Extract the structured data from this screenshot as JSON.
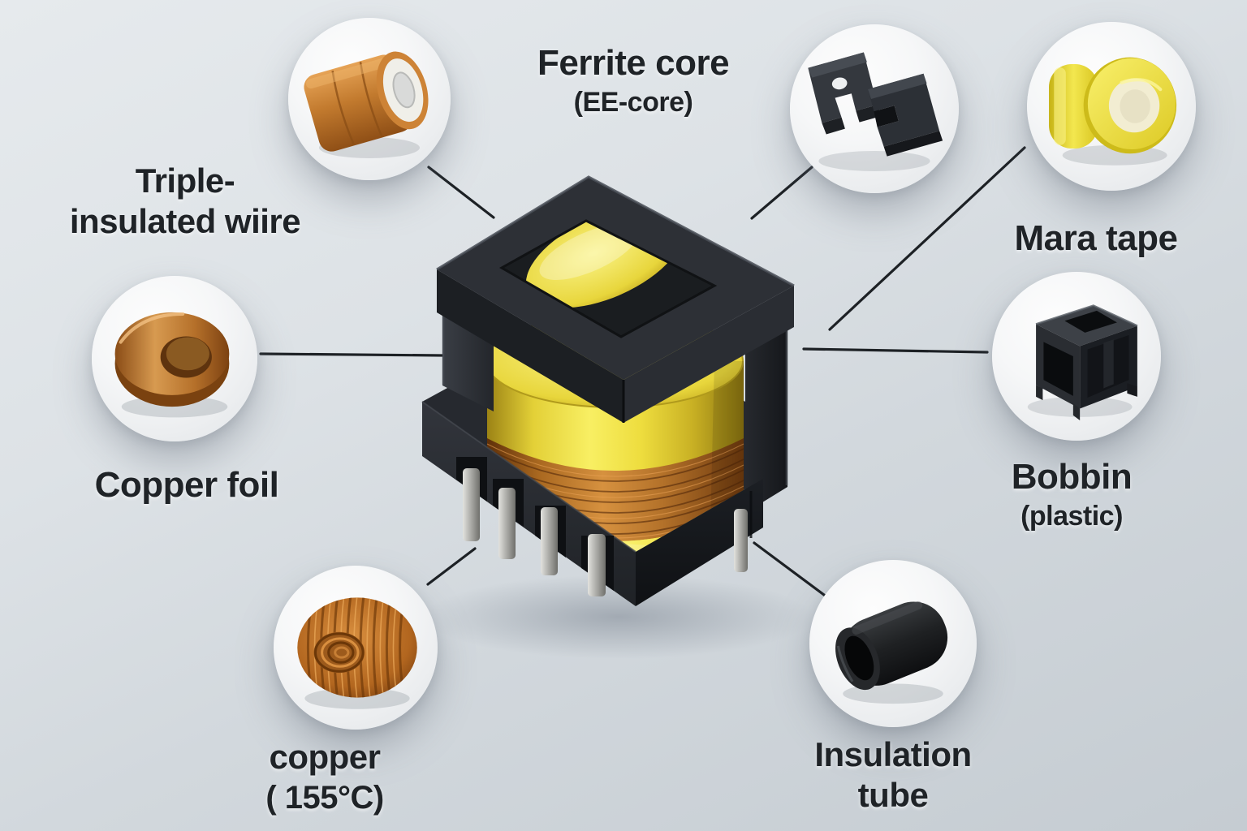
{
  "page": {
    "type": "component-callout-diagram",
    "subject": "Transformer construction with labelled materials",
    "background_top": "#e6eaed",
    "background_bottom": "#c5ccd2"
  },
  "center_component": {
    "name": "assembled SMD transformer",
    "parts_visible": [
      "ferrite EE core frame",
      "yellow tape-wrapped winding",
      "copper wire turns",
      "black plastic bobbin base",
      "metal pins"
    ]
  },
  "connectors": {
    "color": "#1d2125",
    "count": 7
  },
  "callouts": [
    {
      "id": "triple-insulated-wire",
      "line1": "Triple-",
      "line2": "insulated wiire",
      "image": "wire-spool"
    },
    {
      "id": "copper-foil",
      "line1": "Copper foil",
      "line2": "",
      "image": "copper-foil-ring"
    },
    {
      "id": "copper-wire-155c",
      "line1": "copper",
      "line2": "( 155°C)",
      "image": "copper-wire-coil"
    },
    {
      "id": "ferrite-core",
      "line1": "Ferrite core",
      "line2": "(EE-core)",
      "image": "ee-ferrite-core-pair"
    },
    {
      "id": "mara-tape",
      "line1": "Mara tape",
      "line2": "",
      "image": "yellow-tape-rolls"
    },
    {
      "id": "bobbin",
      "line1": "Bobbin",
      "line2": "(plastic)",
      "image": "plastic-bobbin"
    },
    {
      "id": "insulation-tube",
      "line1": "Insulation",
      "line2": "tube",
      "image": "insulation-tube"
    }
  ],
  "colors": {
    "copper": "#c07a30",
    "tape_yellow": "#eeda3e",
    "plastic_black": "#26292d",
    "pin_silver": "#b9b9b5",
    "label_text": "#1f2327"
  }
}
